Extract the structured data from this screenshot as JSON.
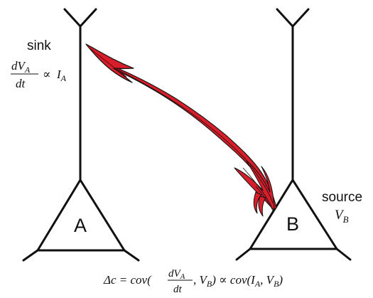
{
  "neuron_a": {
    "label": "A",
    "role": "sink",
    "formula": {
      "numerator": "dV",
      "numerator_sub": "A",
      "denominator": "dt",
      "rhs": "I",
      "rhs_sub": "A"
    }
  },
  "neuron_b": {
    "label": "B",
    "role": "source",
    "variable": "V",
    "variable_sub": "B"
  },
  "equation": {
    "prefix": "Δc = cov(",
    "frac_num": "dV",
    "frac_num_sub": "A",
    "frac_den": "dt",
    "mid1": ", V",
    "mid1_sub": "B",
    "mid2": ") ∝ cov(I",
    "mid2_sub": "A",
    "mid3": ", V",
    "mid3_sub": "B",
    "suffix": ")"
  },
  "colors": {
    "stroke": "#111111",
    "axon_fill": "#d81e2a",
    "axon_dark": "#6a0a10"
  }
}
